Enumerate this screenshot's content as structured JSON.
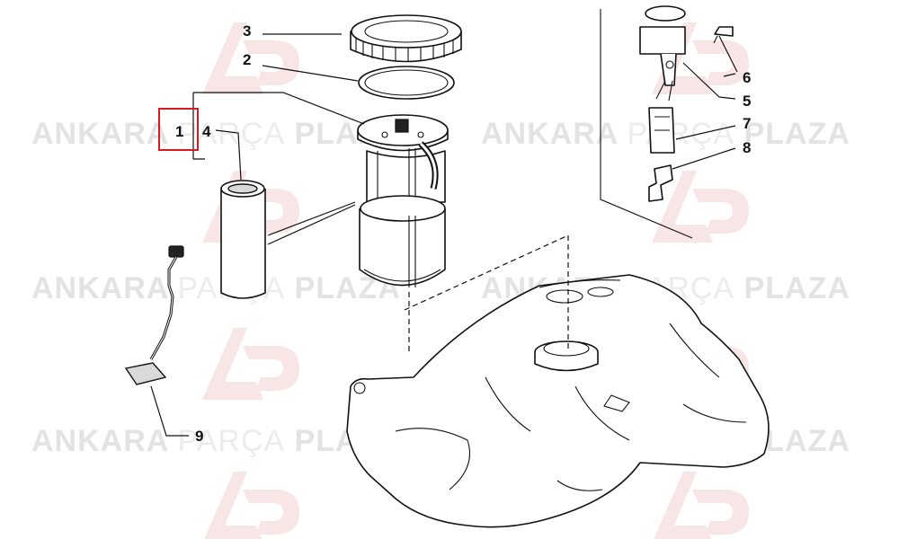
{
  "watermark": {
    "brand_bold": "ANKARA",
    "brand_light": "PARÇA",
    "brand_tail": "PLAZA",
    "logo_letters": "AP"
  },
  "callouts": [
    {
      "id": "1",
      "label": "1",
      "highlighted": true
    },
    {
      "id": "2",
      "label": "2"
    },
    {
      "id": "3",
      "label": "3"
    },
    {
      "id": "4",
      "label": "4"
    },
    {
      "id": "5",
      "label": "5"
    },
    {
      "id": "6",
      "label": "6"
    },
    {
      "id": "7",
      "label": "7"
    },
    {
      "id": "8",
      "label": "8"
    },
    {
      "id": "9",
      "label": "9"
    }
  ],
  "colors": {
    "highlight": "#d9181f",
    "line": "#111111",
    "watermark": "#e3e3e3",
    "logo": "#f2c9c9"
  }
}
